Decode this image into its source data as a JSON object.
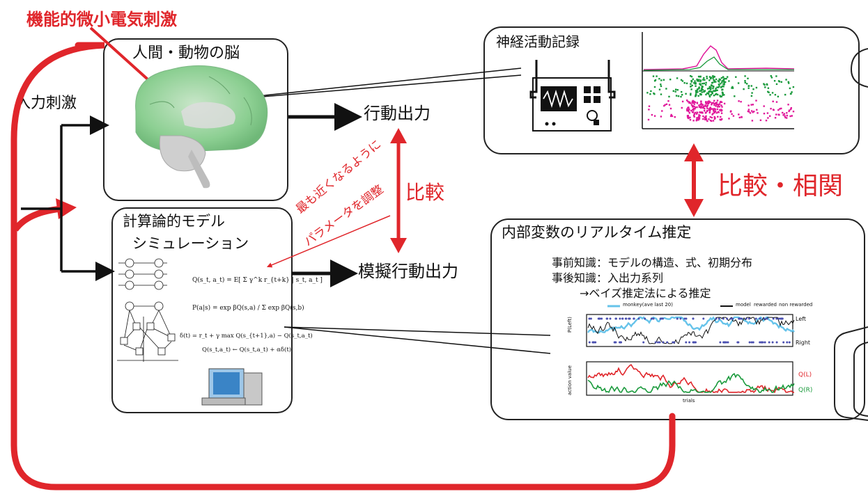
{
  "labels": {
    "stimulation": "機能的微小電気刺激",
    "brain": "人間・動物の脳",
    "input": "入力刺激",
    "behavior_output": "行動出力",
    "simulated_output": "模擬行動出力",
    "compare": "比較",
    "compare_correlate": "比較・相関",
    "adjust_line1": "最も近くなるように",
    "adjust_line2": "パラメータを調整",
    "model_line1": "計算論的モデル",
    "model_line2": "シミュレーション",
    "neural_recording": "神経活動記録",
    "estimation_title": "内部変数のリアルタイム推定",
    "prior": "事前知識：モデルの構造、式、初期分布",
    "posterior": "事後知識：入出力系列",
    "bayes": "→ベイズ推定法による推定"
  },
  "equations": {
    "eq1": "Q(s_t, a_t) = E[ Σ γ^k r_{t+k} | s_t, a_t ]",
    "eq2": "P(a|s) = exp βQ(s,a) / Σ exp βQ(s,b)",
    "eq3": "δ(t) = r_t + γ max Q(s_{t+1},a) − Q(s_t,a_t)",
    "eq4": "Q(s_t,a_t) ← Q(s_t,a_t) + αδ(t)"
  },
  "plot_labels": {
    "legend_monkey": "monkey(ave last 20)",
    "legend_model": "model",
    "legend_rewarded": "rewarded",
    "legend_non_rewarded": "non rewarded",
    "left": "Left",
    "right": "Right",
    "ylabel_top": "P(Left)",
    "ylabel_bottom": "action value",
    "xlabel": "trials",
    "ql": "Q(L)",
    "qr": "Q(R)"
  },
  "colors": {
    "red": "#e0262b",
    "green": "#1a9a3c",
    "magenta": "#e0199b",
    "cyan": "#66c3ea"
  }
}
